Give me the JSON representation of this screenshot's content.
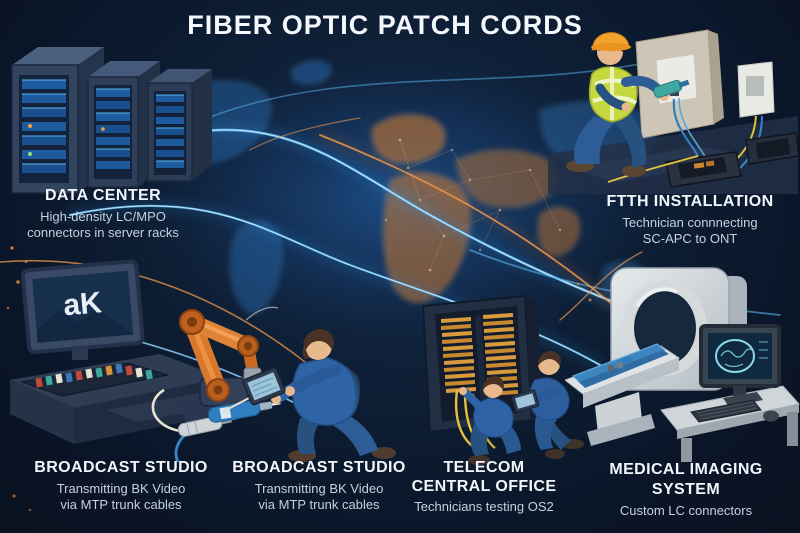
{
  "title": "FIBER OPTIC PATCH CORDS",
  "labels": {
    "data_center": {
      "heading": "DATA CENTER",
      "line1": "High-density LC/MPO",
      "line2": "connectors in server racks"
    },
    "ftth": {
      "heading": "FTTH INSTALLATION",
      "line1": "Technician connnecting",
      "line2": "SC-APC to ONT"
    },
    "broadcast_left": {
      "heading": "BROADCAST STUDIO",
      "line1": "Transmitting BK Video",
      "line2": "via MTP trunk cables"
    },
    "broadcast_center": {
      "heading": "BROADCAST STUDIO",
      "line1": "Transmitting BK Video",
      "line2": "via MTP trunk cables"
    },
    "telecom": {
      "heading_line1": "TELECOM",
      "heading_line2": "CENTRAL OFFICE",
      "line1": "Technicians testing OS2"
    },
    "medical": {
      "heading": "MEDICAL IMAGING SYSTEM",
      "line1": "Custom LC connectors"
    }
  },
  "screens": {
    "broadcast_monitor_text": "aK"
  },
  "colors": {
    "background": "#0c1829",
    "accent_blue": "#58b7f0",
    "accent_orange": "#e8893a",
    "heading_text": "#f2f6fb",
    "subtext": "#c5d1e0",
    "robot_orange": "#d9772b",
    "vest_yellow": "#c6d83f"
  }
}
